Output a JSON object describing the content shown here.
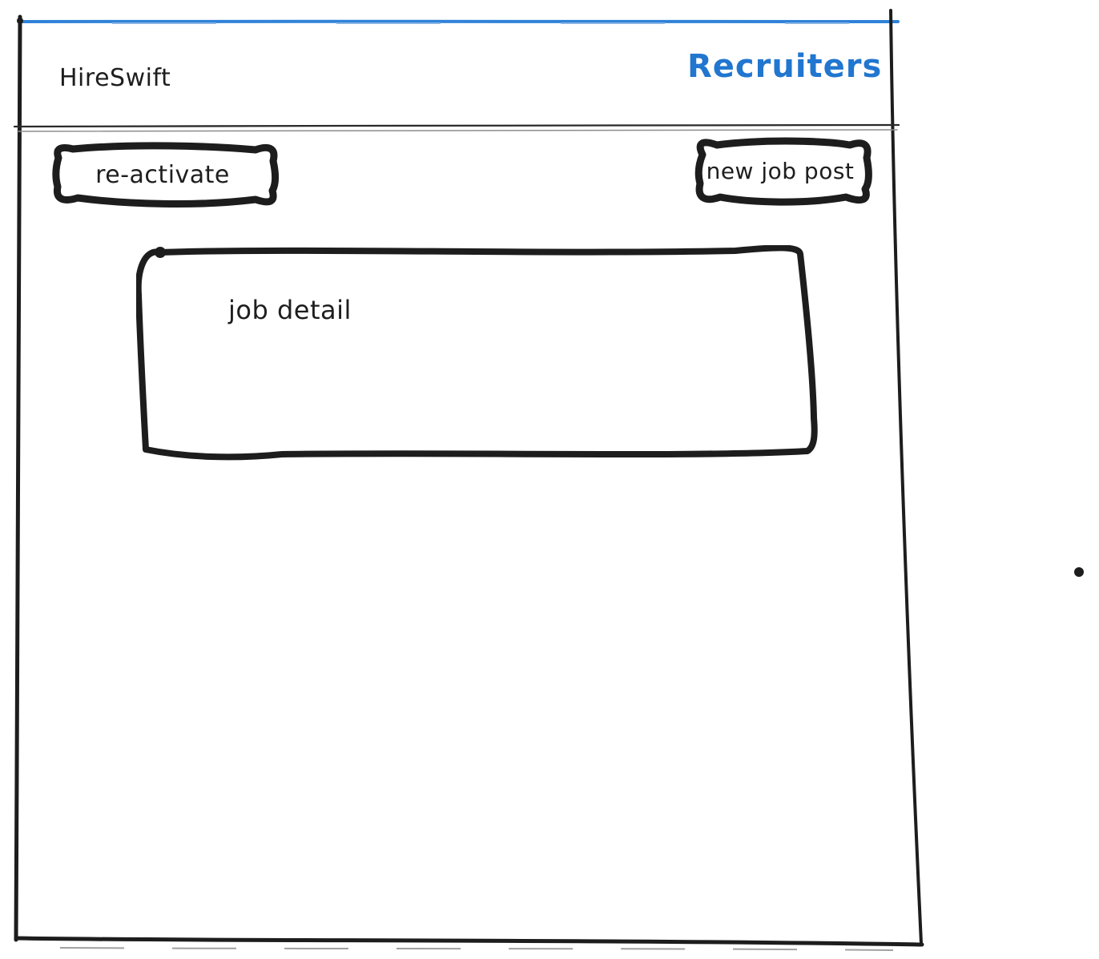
{
  "app": {
    "brand": "HireSwift",
    "nav": {
      "recruiters_label": "Recruiters"
    }
  },
  "toolbar": {
    "reactivate_label": "re-activate",
    "new_job_post_label": "new job post"
  },
  "main": {
    "job_detail_label": "job detail"
  },
  "colors": {
    "accent_blue": "#2176cf",
    "top_line_blue": "#2f82d8",
    "ink": "#1d1d1d"
  }
}
